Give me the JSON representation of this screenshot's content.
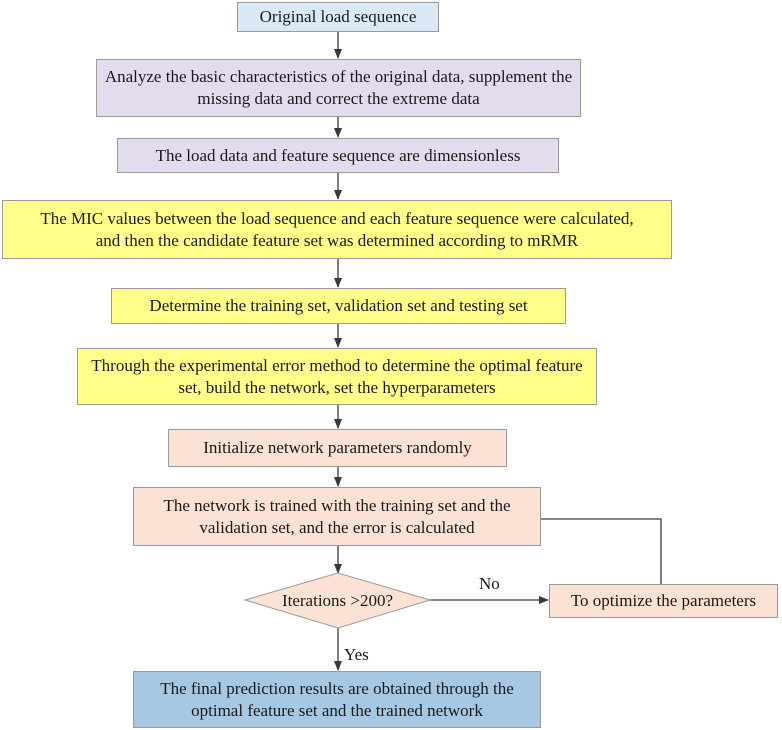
{
  "steps": {
    "s1": "Original load sequence",
    "s2": "Analyze the basic characteristics of the original data, supplement the missing data and correct the extreme data",
    "s3": "The load data and feature sequence are dimensionless",
    "s4": "The MIC values between the load sequence and each feature sequence were calculated, and then the candidate feature set was determined according to mRMR",
    "s5": "Determine the training set, validation set and testing set",
    "s6": "Through the experimental error method to determine the optimal feature set, build the network, set the hyperparameters",
    "s7": "Initialize network parameters randomly",
    "s8": "The network is trained with the training set and the validation set, and the error is calculated",
    "decision": "Iterations >200?",
    "optimize": "To optimize the parameters",
    "final": "The final prediction results are obtained through the optimal feature set and the trained network"
  },
  "labels": {
    "no": "No",
    "yes": "Yes"
  },
  "colors": {
    "blue_light": "#dbe9f6",
    "purple": "#e3dcef",
    "yellow": "#ffff8a",
    "peach": "#fbe2d5",
    "blue_final": "#a7c8e3"
  }
}
